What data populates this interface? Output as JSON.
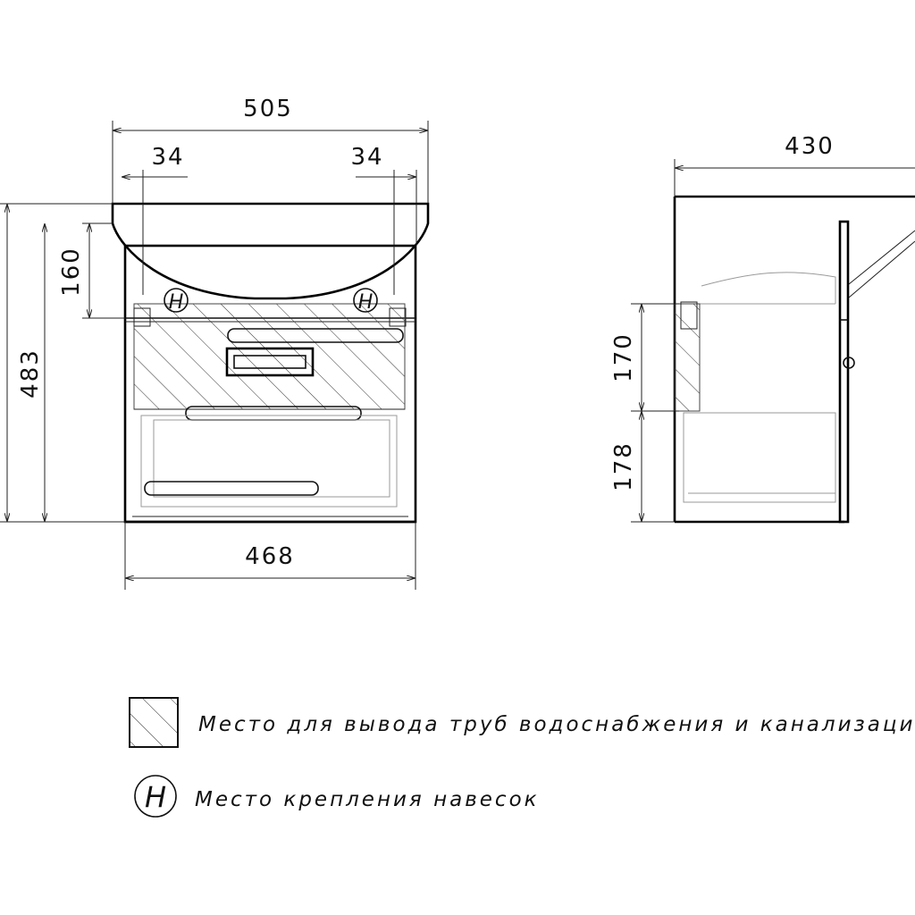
{
  "front_view": {
    "dim_width_top": "505",
    "dim_side_left": "34",
    "dim_side_right": "34",
    "dim_basin_height": "160",
    "dim_total_height": "483",
    "dim_width_bottom": "468",
    "mount_symbol_left": "H",
    "mount_symbol_right": "H"
  },
  "side_view": {
    "dim_depth": "430",
    "dim_hatch_height": "170",
    "dim_lower_height": "178"
  },
  "legend": {
    "pipes_label": "Место для вывода труб водоснабжения и канализации",
    "mount_symbol": "H",
    "mount_label": "Место крепления навесок"
  }
}
